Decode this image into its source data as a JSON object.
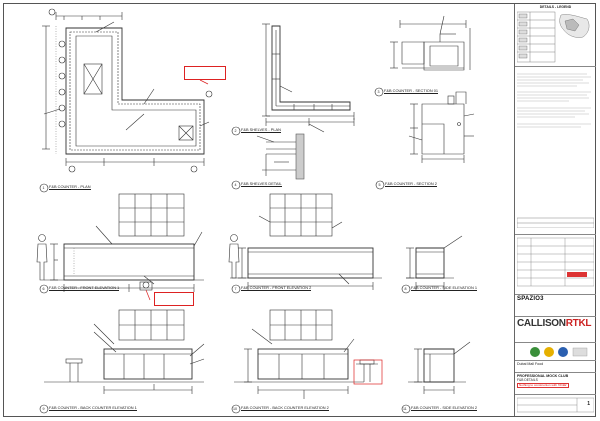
{
  "views": {
    "plan": "F&B COUNTER - PLAN",
    "shelves_plan": "F&B SHELVES - PLAN",
    "section_a": "F&B COUNTER - SECTION 01",
    "shelves_detail": "F&B SHELVES DETAIL",
    "section_b": "F&B COUNTER - SECTION 2",
    "front_elev_1": "F&B COUNTER - FRONT ELEVATION 1",
    "front_elev_2": "F&B COUNTER - FRONT ELEVATION 2",
    "side_elev_1": "F&B COUNTER - SIDE ELEVATION 1",
    "back_elev_a": "F&B COUNTER - BACK COUNTER ELEVATION 1",
    "back_elev_b": "F&B COUNTER - BACK COUNTER ELEVATION 2",
    "side_elev_2": "F&B COUNTER - SIDE ELEVATION 2"
  },
  "view_numbers": [
    "1",
    "2",
    "3",
    "4",
    "5",
    "6",
    "7",
    "8",
    "9",
    "10",
    "11"
  ],
  "title_block": {
    "legend_heading": "DETAILS - LEGEND",
    "company_1": "SPAZIO3",
    "company_2_a": "CALLISON",
    "company_2_b": "RTKL",
    "project": "Dubai Mall Food",
    "drawing_title": "PROFESSIONAL MOCK CLUB",
    "drawing_subtitle": "F&B DETAILS",
    "stamp": "Nothing to construction with 'FF&E'",
    "sheet_no": "1"
  }
}
